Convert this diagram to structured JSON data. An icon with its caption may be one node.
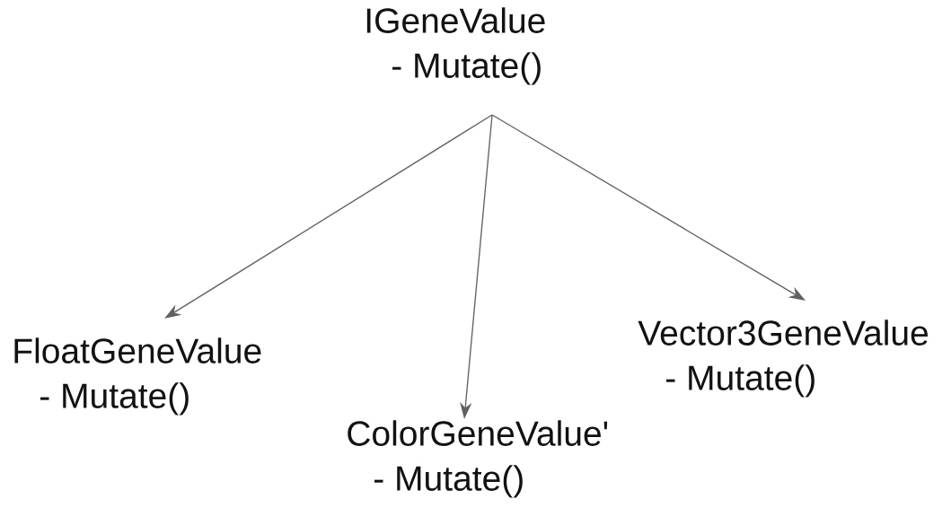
{
  "diagram": {
    "nodes": [
      {
        "text": [
          "IGeneValue",
          "- Mutate()"
        ]
      },
      {
        "text": [
          "FloatGeneValue",
          "- Mutate()"
        ]
      },
      {
        "text": [
          "ColorGeneValue'",
          "- Mutate()"
        ]
      },
      {
        "text": [
          "Vector3GeneValue",
          "- Mutate()"
        ]
      }
    ],
    "edges": [
      {
        "from": 0,
        "to": 1,
        "arrow": "to"
      },
      {
        "from": 0,
        "to": 2,
        "arrow": "to"
      },
      {
        "from": 0,
        "to": 3,
        "arrow": "to"
      }
    ]
  }
}
